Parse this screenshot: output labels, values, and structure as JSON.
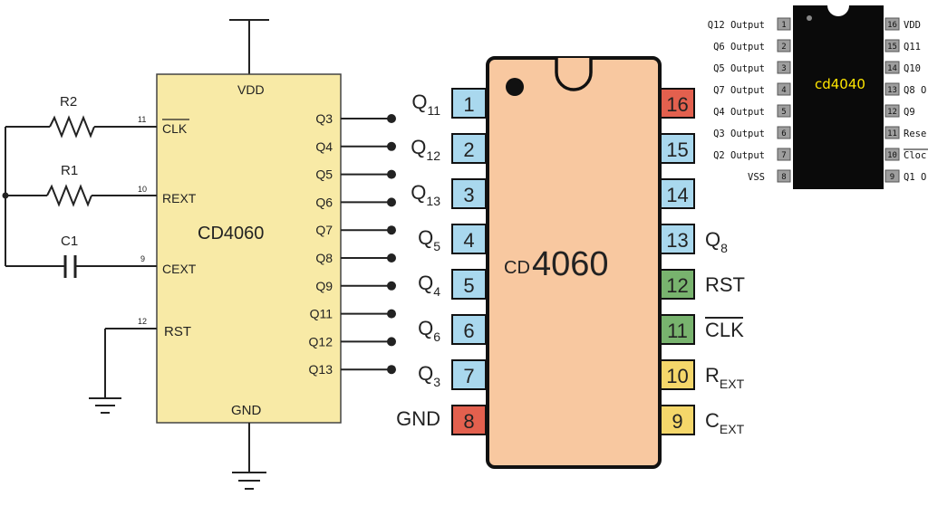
{
  "schematic": {
    "chip_name": "CD4060",
    "chip_cd": "CD",
    "chip_num": "4060",
    "vdd": "VDD",
    "gnd": "GND",
    "components": {
      "r2": "R2",
      "r1": "R1",
      "c1": "C1"
    },
    "left_pins": [
      {
        "num": "11",
        "label": "CLK",
        "overline": true
      },
      {
        "num": "10",
        "label": "REXT"
      },
      {
        "num": "9",
        "label": "CEXT"
      },
      {
        "num": "12",
        "label": "RST"
      }
    ],
    "outputs": [
      "Q3",
      "Q4",
      "Q5",
      "Q6",
      "Q7",
      "Q8",
      "Q9",
      "Q11",
      "Q12",
      "Q13"
    ],
    "colors": {
      "body": "#f8eaa6",
      "border": "#444444"
    }
  },
  "pinout": {
    "chip_cd": "CD",
    "chip_num": "4060",
    "left": [
      {
        "num": "1",
        "label": "Q",
        "sub": "11",
        "color": "#a9d8ee"
      },
      {
        "num": "2",
        "label": "Q",
        "sub": "12",
        "color": "#a9d8ee"
      },
      {
        "num": "3",
        "label": "Q",
        "sub": "13",
        "color": "#a9d8ee"
      },
      {
        "num": "4",
        "label": "Q",
        "sub": "5",
        "color": "#a9d8ee"
      },
      {
        "num": "5",
        "label": "Q",
        "sub": "4",
        "color": "#a9d8ee"
      },
      {
        "num": "6",
        "label": "Q",
        "sub": "6",
        "color": "#a9d8ee"
      },
      {
        "num": "7",
        "label": "Q",
        "sub": "3",
        "color": "#a9d8ee"
      },
      {
        "num": "8",
        "label": "GND",
        "sub": "",
        "color": "#e3604e"
      }
    ],
    "right": [
      {
        "num": "16",
        "label": "",
        "sub": "",
        "color": "#e3604e"
      },
      {
        "num": "15",
        "label": "",
        "sub": "",
        "color": "#a9d8ee"
      },
      {
        "num": "14",
        "label": "",
        "sub": "",
        "color": "#a9d8ee"
      },
      {
        "num": "13",
        "label": "Q",
        "sub": "8",
        "color": "#a9d8ee"
      },
      {
        "num": "12",
        "label": "RST",
        "sub": "",
        "color": "#78b36e"
      },
      {
        "num": "11",
        "label": "CLK",
        "sub": "",
        "color": "#78b36e",
        "overline": true
      },
      {
        "num": "10",
        "label": "R",
        "sub": "EXT",
        "color": "#f5d76a"
      },
      {
        "num": "9",
        "label": "C",
        "sub": "EXT",
        "color": "#f5d76a"
      }
    ],
    "colors": {
      "body": "#f8c8a0",
      "outline": "#111111"
    }
  },
  "cd4040": {
    "chip_name": "cd4040",
    "left": [
      {
        "num": "1",
        "label": "Q12 Output"
      },
      {
        "num": "2",
        "label": "Q6 Output"
      },
      {
        "num": "3",
        "label": "Q5 Output"
      },
      {
        "num": "4",
        "label": "Q7 Output"
      },
      {
        "num": "5",
        "label": "Q4 Output"
      },
      {
        "num": "6",
        "label": "Q3 Output"
      },
      {
        "num": "7",
        "label": "Q2 Output"
      },
      {
        "num": "8",
        "label": "VSS"
      }
    ],
    "right": [
      {
        "num": "16",
        "label": "VDD"
      },
      {
        "num": "15",
        "label": "Q11"
      },
      {
        "num": "14",
        "label": "Q10"
      },
      {
        "num": "13",
        "label": "Q8 O"
      },
      {
        "num": "12",
        "label": "Q9"
      },
      {
        "num": "11",
        "label": "Rese"
      },
      {
        "num": "10",
        "label": "Cloc",
        "overline": true
      },
      {
        "num": "9",
        "label": "Q1 O"
      }
    ],
    "colors": {
      "body": "#0a0a0a",
      "name": "#ffe600",
      "pin": "#9e9e9e"
    }
  }
}
